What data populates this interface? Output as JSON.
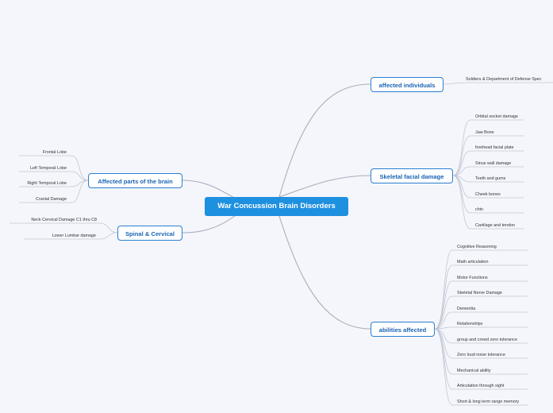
{
  "root": {
    "label": "War Concussion Brain Disorders"
  },
  "branches": {
    "affected_individuals": {
      "label": "affected individuals",
      "items": [
        "Soldiers & Department of Defense Spec"
      ]
    },
    "skeletal_facial_damage": {
      "label": "Skeletal facial damage",
      "items": [
        "Orbital socket damage",
        "Jaw Bone",
        "forehead facial plate",
        "Sinus wall damage",
        "Teeth and gums",
        "Cheek bones",
        "chin",
        "Cartilage and tendon"
      ]
    },
    "abilities_affected": {
      "label": "abilities affected",
      "items": [
        "Cognitive Reasoning",
        "Math articulation",
        "Motor Functions",
        "Skeletal Nerve Damage",
        "Dementia",
        "Relationships",
        "group and crowd zero tolerance",
        "Zero loud noise tolerance",
        "Mechanical ability",
        "Articulation through sight",
        "Short & long term range memory"
      ]
    },
    "affected_parts_of_brain": {
      "label": "Affected parts of the brain",
      "items": [
        "Frontal Lobe",
        "Left Temporal Lobe",
        "Right Temporal Lobe",
        "Cranial Damage"
      ]
    },
    "spinal_cervical": {
      "label": "Spinal & Cervical",
      "items": [
        "Neck Cervical Damage C1 thru C8",
        "Lower Lumbar damage"
      ]
    }
  }
}
